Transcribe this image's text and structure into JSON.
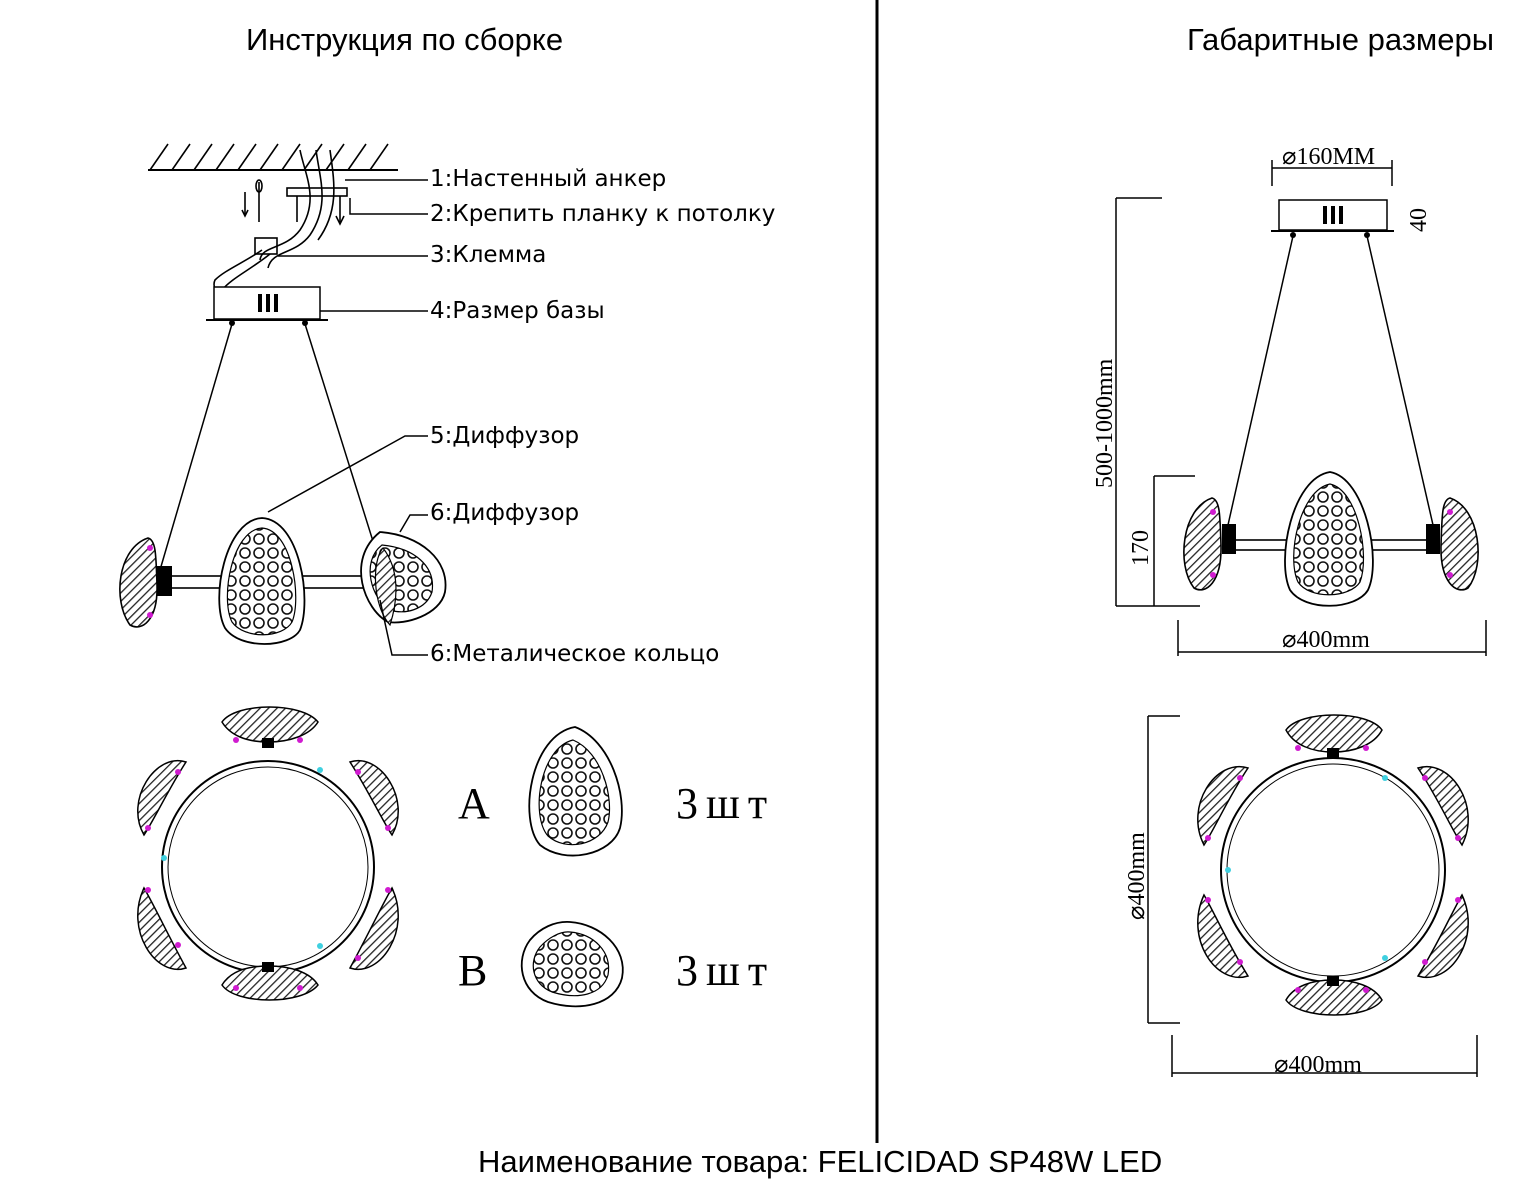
{
  "left_title": "Инструкция по сборке",
  "right_title": "Габаритные размеры",
  "callouts": [
    "1:Настенный анкер",
    "2:Крепить планку к потолку",
    "3:Клемма",
    "4:Размер базы",
    "5:Диффузор",
    "6:Диффузор",
    "6:Металическое кольцо"
  ],
  "kit": [
    {
      "letter": "A",
      "qty": "3шт"
    },
    {
      "letter": "B",
      "qty": "3шт"
    }
  ],
  "dimensions": {
    "base_diameter": "⌀160MM",
    "base_height": "40",
    "cable_length": "500-1000mm",
    "shade_height": "170",
    "side_diameter": "⌀400mm",
    "top_diameter_vertical": "⌀400mm",
    "top_diameter_horizontal": "⌀400mm"
  },
  "footer": "Наименование товара: FELICIDAD SP48W LED",
  "colors": {
    "ink": "#000000",
    "marker_magenta": "#d01bd0",
    "marker_cyan": "#3fd0e0"
  }
}
